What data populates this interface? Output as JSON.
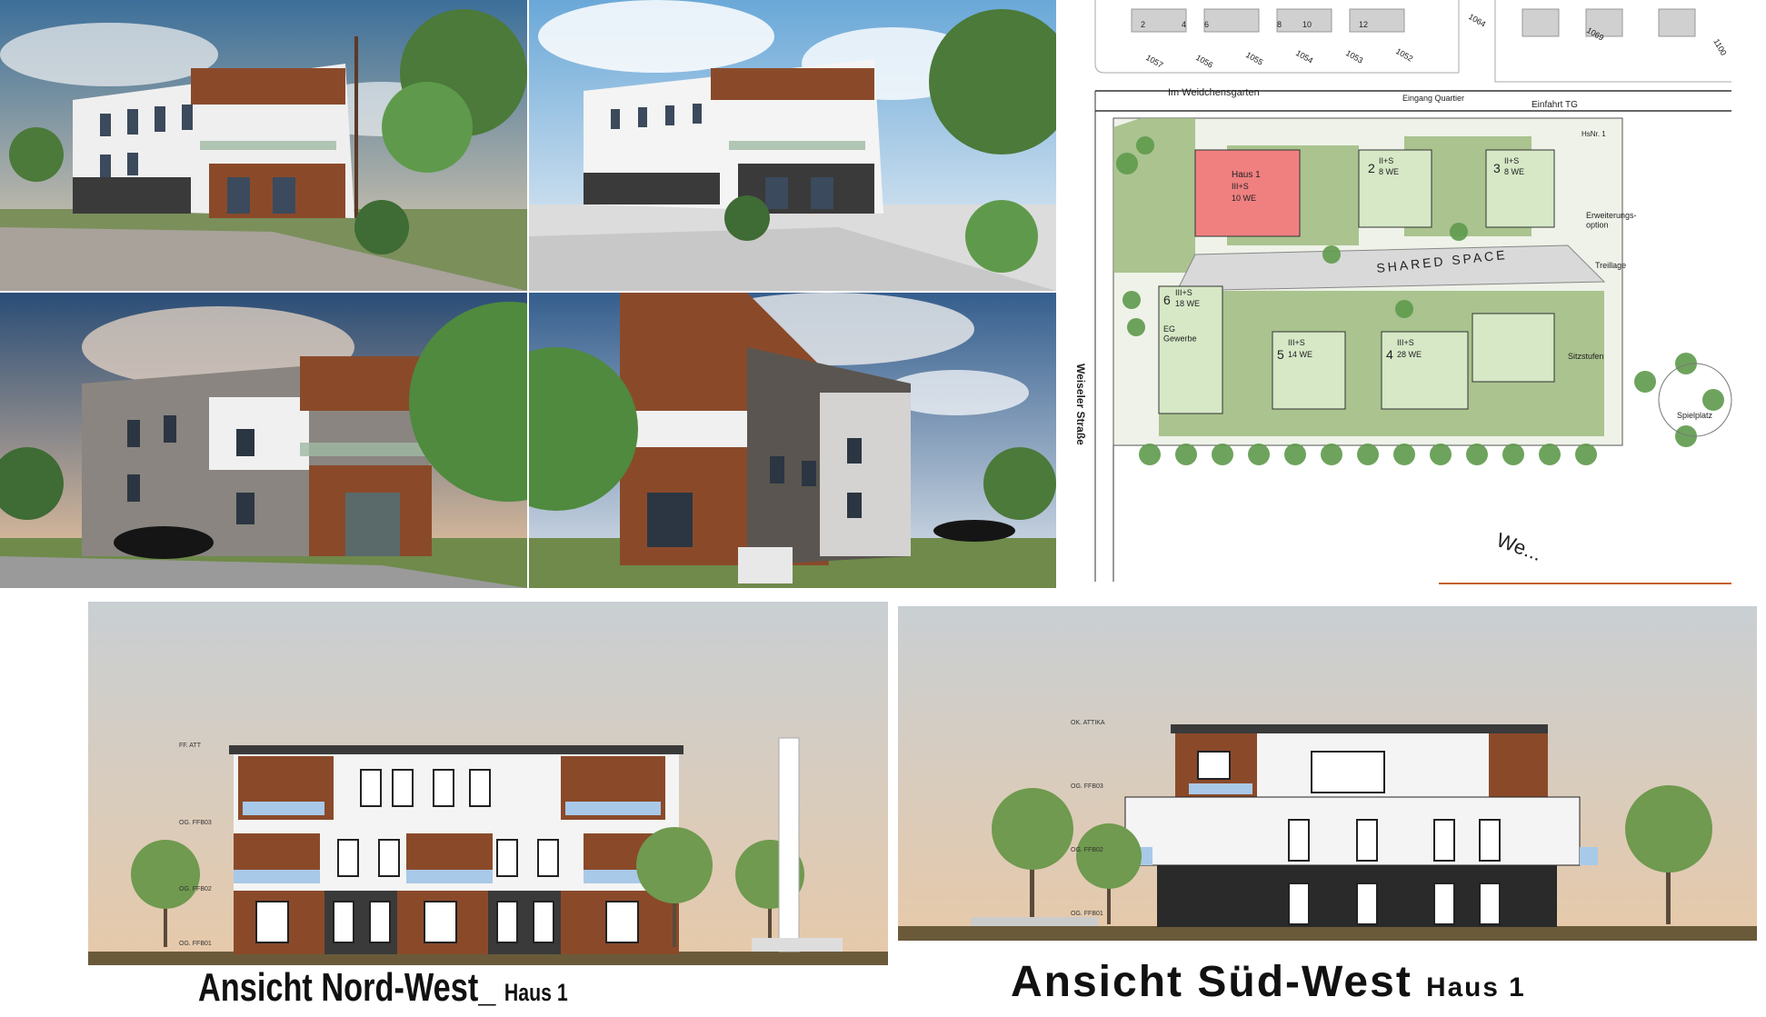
{
  "renders": [
    {
      "name": "render-1",
      "sky_top": "#3c6f9a",
      "sky_bottom": "#e9d2b0"
    },
    {
      "name": "render-2",
      "sky_top": "#6aa8d8",
      "sky_bottom": "#eef2f6"
    },
    {
      "name": "render-3",
      "sky_top": "#2a4d77",
      "sky_bottom": "#f2c9a0"
    },
    {
      "name": "render-4",
      "sky_top": "#355e8d",
      "sky_bottom": "#dfe6ee"
    }
  ],
  "site_plan": {
    "street_top": "Im Weidchensgarten",
    "entrance_quarter": "Eingang Quartier",
    "entrance_garage": "Einfahrt TG",
    "street_left": "Weiseler Straße",
    "street_bottom": "We...",
    "shared_space": "SHARED SPACE",
    "expansion": "Erweiterungs-\noption",
    "sitting_steps": "Sitzstufen",
    "trellis": "Treillage",
    "meeting_place": "Spielplatz",
    "house_number_label": "HsNr. 1",
    "parcels_top": [
      "2",
      "4",
      "6",
      "8",
      "10",
      "12",
      "1057",
      "1056",
      "1055",
      "1054",
      "1053",
      "1052",
      "1064",
      "1069",
      "1100"
    ],
    "houses": [
      {
        "id": "1",
        "label": "Haus 1",
        "floors": "III+S",
        "units": "10 WE",
        "highlight": true
      },
      {
        "id": "2",
        "label": "2",
        "floors": "II+S",
        "units": "8 WE",
        "highlight": false
      },
      {
        "id": "3",
        "label": "3",
        "floors": "II+S",
        "units": "8 WE",
        "highlight": false
      },
      {
        "id": "4",
        "label": "4",
        "floors": "III+S",
        "units": "28 WE",
        "highlight": false
      },
      {
        "id": "5",
        "label": "5",
        "floors": "III+S",
        "units": "14 WE",
        "highlight": false
      },
      {
        "id": "6",
        "label": "6",
        "floors": "III+S",
        "units": "18 WE",
        "extra": "EG\nGewerbe",
        "highlight": false
      }
    ],
    "colors": {
      "house_highlight": "#f08080",
      "green": "#9dbb7f",
      "tree": "#5f9a4c",
      "shared_space": "#d9d9d9"
    }
  },
  "elevations": [
    {
      "caption_main": "Ansicht Nord-West_",
      "caption_sub": "Haus 1",
      "level_labels": [
        "FF. ATT",
        "OG. FFB03",
        "OG. FFB02",
        "OG. FFB01"
      ]
    },
    {
      "caption_main": "Ansicht Süd-West",
      "caption_sub": "Haus 1",
      "level_labels": [
        "OK. ATTIKA",
        "OG. FFB03",
        "OG. FFB02",
        "OG. FFB01"
      ]
    }
  ],
  "colors": {
    "wood": "#8a4a2a",
    "white_wall": "#f4f4f4",
    "dark_wall": "#3a3a3a",
    "glass": "#a9c9e8",
    "elevation_sky": "#c9cfd3"
  }
}
